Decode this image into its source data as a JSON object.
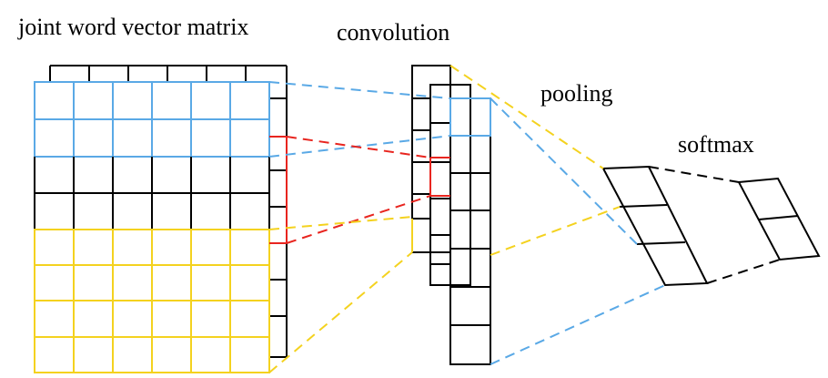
{
  "labels": {
    "matrix": "joint word vector matrix",
    "convolution": "convolution",
    "pooling": "pooling",
    "softmax": "softmax"
  },
  "colors": {
    "black": "#000000",
    "blue": "#5aa9e6",
    "red": "#e8251f",
    "yellow": "#f4d21f"
  }
}
